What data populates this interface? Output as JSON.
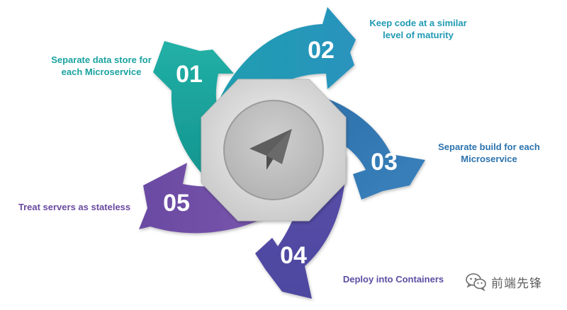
{
  "steps": [
    {
      "number": "01",
      "label_lines": [
        "Separate data store for",
        "each Microservice"
      ],
      "color": "#1aa3a0"
    },
    {
      "number": "02",
      "label_lines": [
        "Keep code at a similar",
        "level of maturity"
      ],
      "color": "#1f9ab4"
    },
    {
      "number": "03",
      "label_lines": [
        "Separate build for each",
        "Microservice"
      ],
      "color": "#2c73ad"
    },
    {
      "number": "04",
      "label_lines": [
        "Deploy into Containers"
      ],
      "color": "#5a4ea3"
    },
    {
      "number": "05",
      "label_lines": [
        "Treat servers as stateless"
      ],
      "color": "#6a4aa0"
    }
  ],
  "center": {
    "icon": "paper-plane-icon"
  },
  "watermark": {
    "text": "前端先锋",
    "icon": "wechat-icon"
  }
}
